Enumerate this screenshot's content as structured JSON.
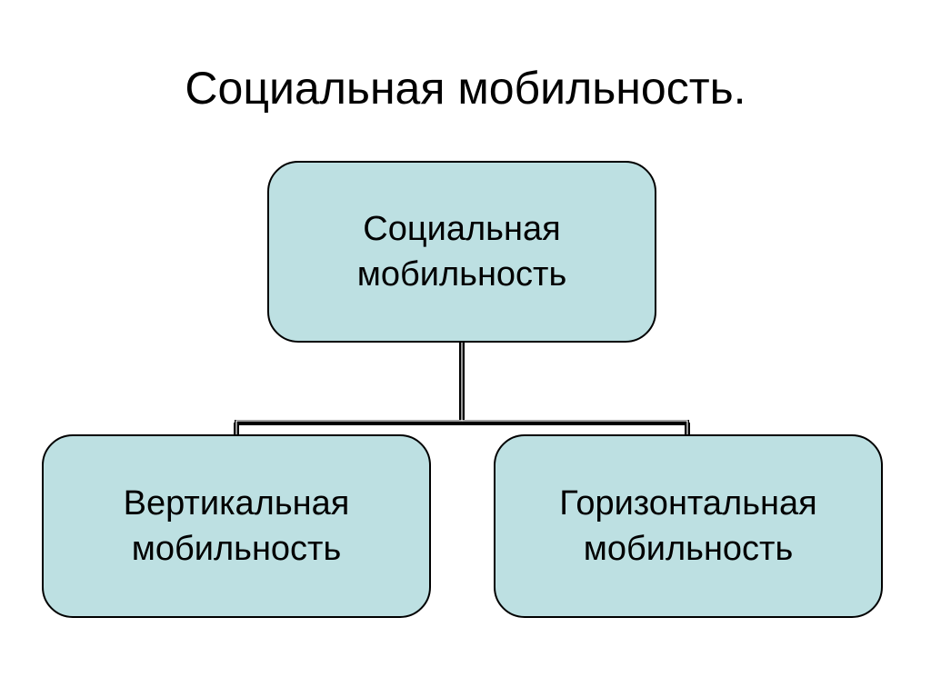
{
  "slide": {
    "title": "Социальная мобильность."
  },
  "diagram": {
    "root": {
      "label": "Социальная\nмобильность"
    },
    "children": [
      {
        "label": "Вертикальная\nмобильность"
      },
      {
        "label": "Горизонтальная\nмобильность"
      }
    ]
  },
  "colors": {
    "node_fill": "#bde0e2",
    "node_border": "#000000",
    "connector": "#000000"
  }
}
